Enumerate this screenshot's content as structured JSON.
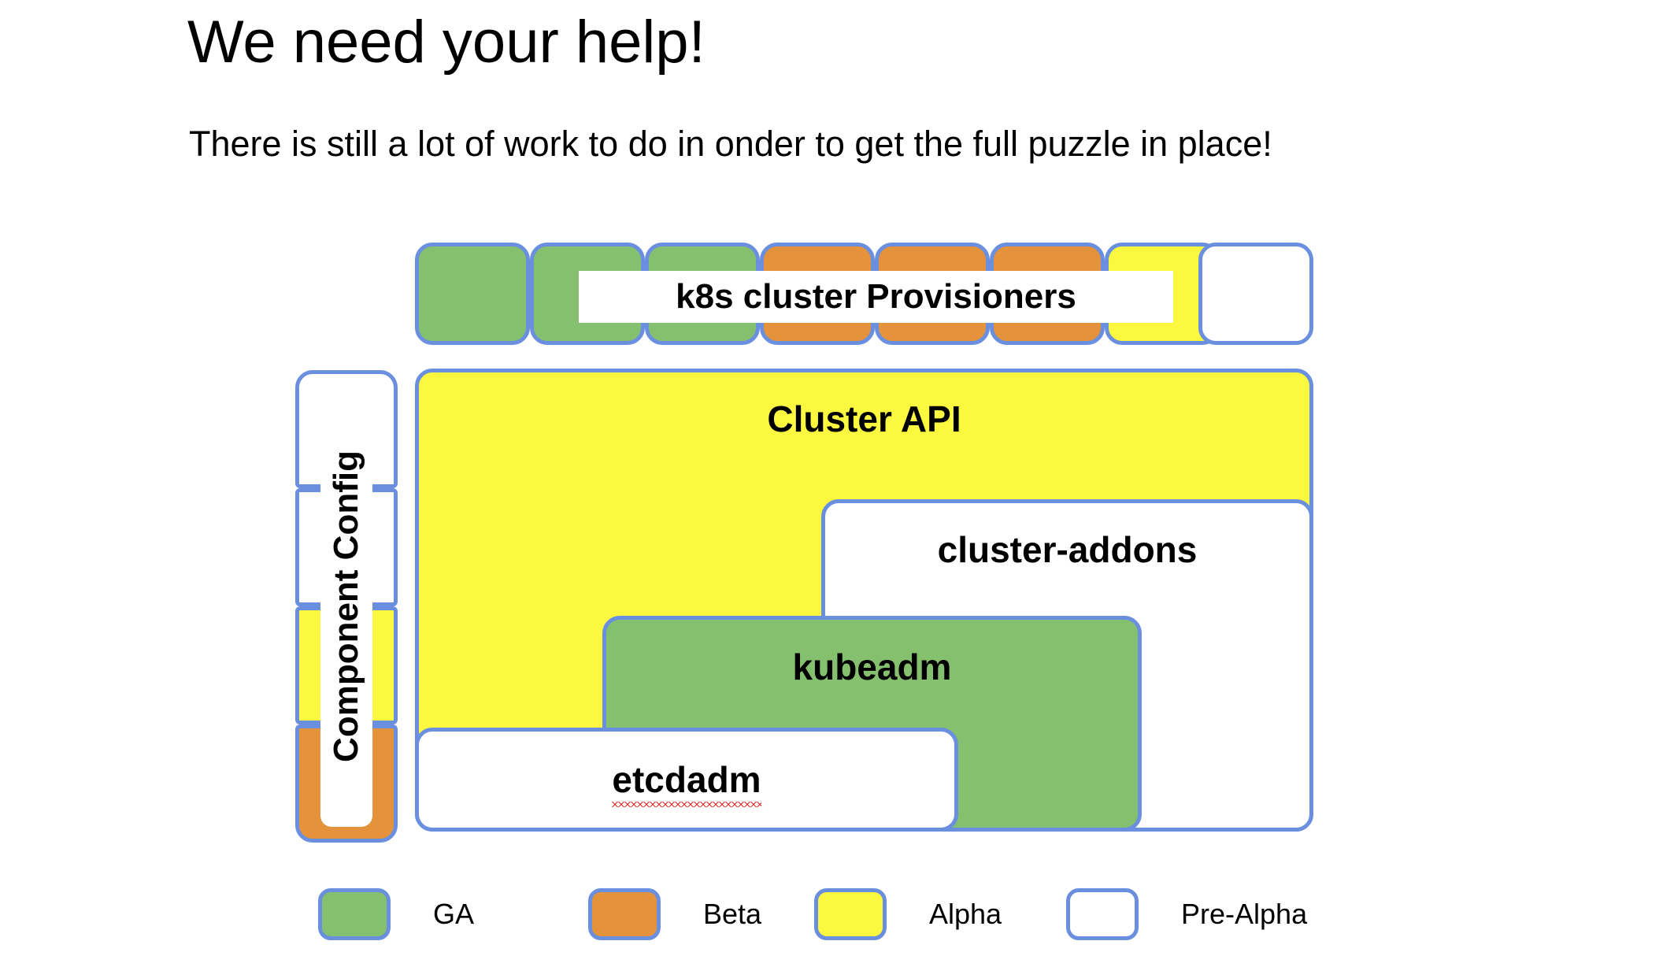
{
  "slide": {
    "title": "We need your help!",
    "subtitle": "There is still a lot of work to do in onder to get the full puzzle in place!"
  },
  "colors": {
    "border": "#6A8FDE",
    "ga": "#84C06E",
    "beta": "#E4923B",
    "alpha": "#FCF83F",
    "pre_alpha": "#FFFFFF",
    "spellcheck_underline": "#E02B2B"
  },
  "provisioners": {
    "label": "k8s cluster Provisioners",
    "boxes": [
      {
        "status": "GA"
      },
      {
        "status": "GA"
      },
      {
        "status": "GA"
      },
      {
        "status": "Beta"
      },
      {
        "status": "Beta"
      },
      {
        "status": "Beta"
      },
      {
        "status": "Alpha"
      },
      {
        "status": "Pre-Alpha"
      }
    ]
  },
  "component_config": {
    "label": "Component Config",
    "boxes": [
      {
        "status": "Pre-Alpha"
      },
      {
        "status": "Pre-Alpha"
      },
      {
        "status": "Alpha"
      },
      {
        "status": "Beta"
      }
    ]
  },
  "stack": {
    "cluster_api": {
      "label": "Cluster API",
      "status": "Alpha"
    },
    "cluster_addons": {
      "label": "cluster-addons",
      "status": "Pre-Alpha"
    },
    "kubeadm": {
      "label": "kubeadm",
      "status": "GA"
    },
    "etcdadm": {
      "label": "etcdadm",
      "status": "Pre-Alpha",
      "spellcheck_flagged": true
    }
  },
  "legend": {
    "items": [
      {
        "label": "GA",
        "status": "GA"
      },
      {
        "label": "Beta",
        "status": "Beta"
      },
      {
        "label": "Alpha",
        "status": "Alpha"
      },
      {
        "label": "Pre-Alpha",
        "status": "Pre-Alpha"
      }
    ]
  }
}
